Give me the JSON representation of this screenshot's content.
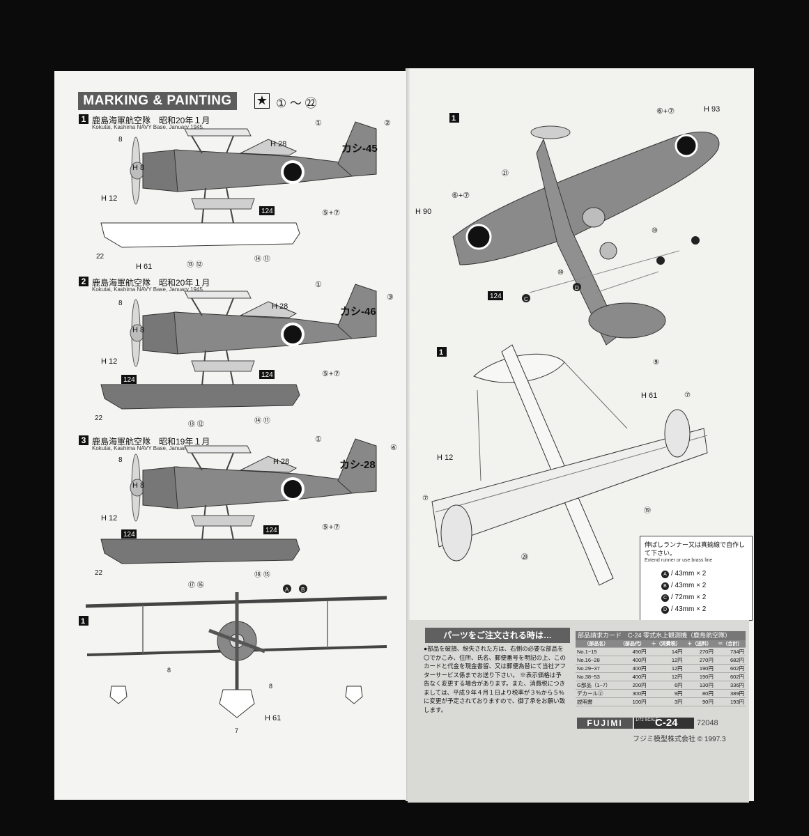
{
  "left_page": {
    "title": "MARKING & PAINTING",
    "star_symbol": "★",
    "range": "① ～ ㉒",
    "schemes": [
      {
        "num": "1",
        "jp": "鹿島海軍航空隊　昭和20年１月",
        "en": "Kokutai, Kashima NAVY Base, January 1945.",
        "tail": "カシ-45",
        "labels": {
          "h8": "H 8",
          "h12": "H 12",
          "h28": "H 28",
          "h61": "H 61",
          "c8": "8",
          "c1": "①",
          "c2": "②",
          "c57": "⑤+⑦",
          "c22": "22",
          "c13": "⑬ ⑫",
          "c14": "⑭ ⑪",
          "b124": "124"
        }
      },
      {
        "num": "2",
        "jp": "鹿島海軍航空隊　昭和20年１月",
        "en": "Kokutai, Kashima NAVY Base, January 1945.",
        "tail": "カシ-46",
        "labels": {
          "h8": "H 8",
          "h12": "H 12",
          "h28": "H 28",
          "c8": "8",
          "c1": "①",
          "c3": "③",
          "c57": "⑤+⑦",
          "c22": "22",
          "c13": "⑬ ⑫",
          "c14": "⑭ ⑪",
          "b124a": "124",
          "b124b": "124"
        }
      },
      {
        "num": "3",
        "jp": "鹿島海軍航空隊　昭和19年１月",
        "en": "Kokutai, Kashima NAVY Base, January 1944.",
        "tail": "カシ-28",
        "labels": {
          "h8": "H 8",
          "h12": "H 12",
          "h28": "H 28",
          "c8": "8",
          "c1": "①",
          "c4": "④",
          "c57": "⑤+⑦",
          "c22": "22",
          "c17": "⑰ ⑯",
          "c18": "⑱ ⑮",
          "b124a": "124",
          "b124b": "124"
        }
      }
    ],
    "front_view": {
      "num": "1",
      "a": "A",
      "b": "B",
      "h61": "H 61",
      "c8a": "8",
      "c8b": "8",
      "c7": "7"
    }
  },
  "right_page": {
    "top_view": {
      "num": "1",
      "h93": "H 93",
      "c67": "⑥+⑦",
      "c67b": "⑥+⑦",
      "h90": "H 90",
      "c21": "㉑",
      "c10a": "⑩",
      "c10b": "⑩",
      "c9": "⑨",
      "b124": "124",
      "cc": "C",
      "cd": "D"
    },
    "bottom_view": {
      "num": "1",
      "h61": "H 61",
      "c7a": "⑦",
      "c7b": "⑦",
      "h12": "H 12",
      "c19": "⑲",
      "c20": "⑳"
    },
    "runner_note": {
      "jp": "伸ばしランナー又は真鍮線で自作して下さい。",
      "en": "Extend runner or use brass line",
      "rows": [
        {
          "code": "A",
          "text": "/ 43mm × 2"
        },
        {
          "code": "B",
          "text": "/ 43mm × 2"
        },
        {
          "code": "C",
          "text": "/ 72mm × 2"
        },
        {
          "code": "D",
          "text": "/ 43mm × 2"
        }
      ]
    },
    "order": {
      "heading": "パーツをご注文される時は…",
      "text": "●部品を破損、紛失された方は、右側の必要な部品を〇でかこみ、住所、氏名、郵便番号を明記の上、このカードと代金を現金書留、又は郵便為替にて当社アフターサービス係までお送り下さい。 ※表示価格は予告なく変更する場合があります。また、消費税につきましては、平成９年４月１日より税率が３%から５%に変更が予定されておりますので、御了承をお願い致します。"
    },
    "card": {
      "title": "部品請求カード　C-24 零式水上観測機（鹿島航空隊）",
      "headers": [
        "（部品名）",
        "（部品代）",
        "＋（消費税）",
        "＋（送料）",
        "＝（合計）"
      ],
      "rows": [
        [
          "No.1−15",
          "450円",
          "14円",
          "270円",
          "734円"
        ],
        [
          "No.16−28",
          "400円",
          "12円",
          "270円",
          "682円"
        ],
        [
          "No.29−37",
          "400円",
          "12円",
          "190円",
          "602円"
        ],
        [
          "No.38−53",
          "400円",
          "12円",
          "190円",
          "602円"
        ],
        [
          "G部品（1−7）",
          "200円",
          "6円",
          "130円",
          "336円"
        ],
        [
          "デカール②",
          "300円",
          "9円",
          "80円",
          "389円"
        ],
        [
          "説明書",
          "100円",
          "3円",
          "90円",
          "193円"
        ]
      ]
    },
    "brand": "FUJIMI",
    "scale": "1/72 SCALE",
    "code": "C-24",
    "catalog": "72048",
    "company": "フジミ模型株式会社 © 1997.3"
  }
}
